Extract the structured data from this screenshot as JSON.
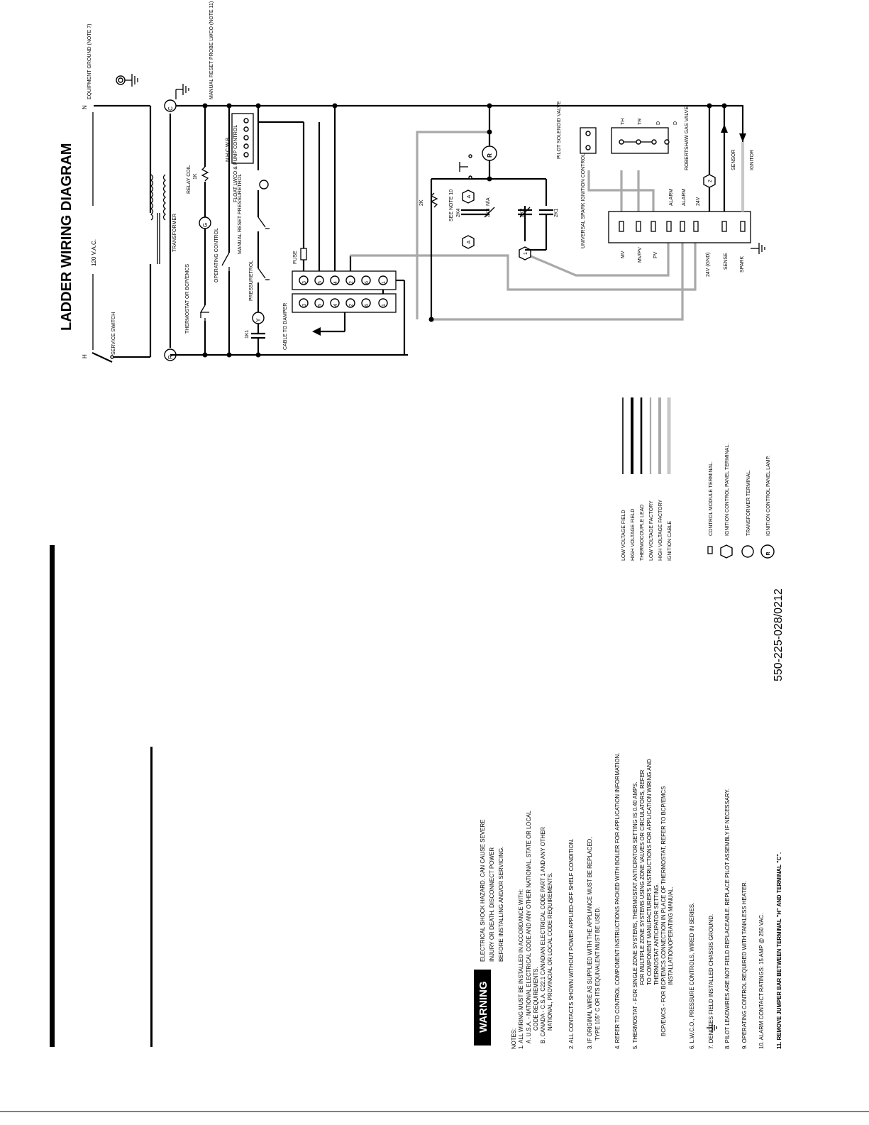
{
  "title": "LADDER WIRING DIAGRAM",
  "part_number": "550-225-028/0212",
  "supply": {
    "voltage": "120 V.A.C.",
    "hot": "H",
    "neutral": "N",
    "service_switch": "SERVICE SWITCH",
    "equipment_ground": "EQUIPMENT GROUND (NOTE 7)"
  },
  "labels": {
    "transformer": "TRANSFORMER",
    "relay_coil": "RELAY COIL",
    "relay_coil_id": "1K",
    "thermostat": "THERMOSTAT OR BCP/EMCS",
    "operating_control": "OPERATING CONTROL",
    "manual_reset_pressuretrol": "MANUAL RESET PRESSURETROL",
    "pressuretrol": "PRESSURETROL",
    "float_lwco": "FLOAT LWCO & PUMP CONTROL",
    "manual_reset_probe": "MANUAL RESET PROBE LWCO (NOTE 11)",
    "lwco_terminals": [
      "N",
      "H",
      "C",
      "W",
      "B"
    ],
    "fuse": "FUSE",
    "cable_to_damper": "CABLE TO DAMPER",
    "k1_contact": "1K1",
    "relay_2k": "2K",
    "see_note_10": "SEE NOTE 10",
    "k2_contacts": [
      "2K4",
      "2K3",
      "2K2",
      "2K1"
    ],
    "na": "N/A",
    "pilot_solenoid_valve": "PILOT SOLENOID VALVE",
    "gas_valve": "ROBERTSHAW GAS VALVE",
    "gas_valve_terminals": [
      "TH",
      "TR",
      "D",
      "D"
    ],
    "control_name": "UNIVERSAL SPARK IGNITION CONTROL",
    "control_terminals_left": [
      "MV",
      "MV/PV",
      "PV",
      "24V (GND)",
      "SENSE",
      "SPARK"
    ],
    "control_terminals_right": [
      "ALARM",
      "ALARM",
      "24V"
    ],
    "sensor": "SENSOR",
    "ignitor": "IGNITOR",
    "terminal_markers": {
      "R": "R",
      "C": "C",
      "G": "G",
      "Y": "Y",
      "A1": "A",
      "A2": "A",
      "A_sub1": "1",
      "A_sub2": "2",
      "one": "1",
      "two": "2"
    },
    "strip_left": [
      "3",
      "5",
      "4",
      "2",
      "6",
      "1"
    ],
    "strip_right": [
      "3",
      "5",
      "4",
      "2",
      "6",
      "1"
    ]
  },
  "wire_legend": [
    "LOW VOLTAGE FIELD",
    "HIGH VOLTAGE FIELD",
    "THERMOCOUPLE LEAD",
    "LOW VOLTAGE FACTORY",
    "HIGH VOLTAGE FACTORY",
    "IGNITION CABLE"
  ],
  "symbol_legend": [
    "CONTROL MODULE TERMINAL.",
    "IGNITION CONTROL PANEL TERMINAL.",
    "TRANSFORMER TERMINAL.",
    "IGNITION CONTROL PANEL LAMP."
  ],
  "warning": {
    "badge": "WARNING",
    "lines": [
      "ELECTRICAL SHOCK HAZARD. CAN CAUSE SEVERE",
      "INJURY OR DEATH. DISCONNECT POWER",
      "BEFORE INSTALLING AND/OR SERVICING."
    ]
  },
  "notes": {
    "heading": "NOTES:",
    "lines": [
      "1.  ALL WIRING MUST BE INSTALLED IN ACCORDANCE WITH:",
      "A.  U.S.A. - NATIONAL ELECTRICAL CODE AND ANY OTHER NATIONAL, STATE OR LOCAL",
      "CODE REQUIREMENTS.",
      "B.  CANADA - C.S.A. C22.1 CANADIAN ELECTRICAL CODE PART 1 AND ANY OTHER",
      "NATIONAL, PROVINCIAL OR LOCAL CODE REQUIREMENTS.",
      "2.  ALL CONTACTS SHOWN WITHOUT POWER APPLIED-OFF SHELF CONDITION.",
      "3.  IF ORIGINAL WIRE AS SUPPLIED WITH THE APPLIANCE MUST BE REPLACED,",
      "TYPE 105° C OR ITS EQUIVALENT MUST BE USED.",
      "4.  REFER TO CONTROL COMPONENT INSTRUCTIONS PACKED WITH BOILER FOR APPLICATION INFORMATION.",
      "5.  THERMOSTAT   - FOR SINGLE ZONE SYSTEMS, THERMOSTAT ANTICIPATOR SETTING IS 0.40 AMPS.",
      "FOR MULTIPLE ZONE SYSTEMS USING ZONE VALVES OR CIRCULATORS, REFER",
      "TO COMPONENT MANUFACTURER'S INSTRUCTIONS FOR APPLICATION WIRING AND",
      "THERMOSTAT ANTICIPATOR SETTING.",
      "BCP/EMCS   - FOR BCP/EMCS CONNECTION IN PLACE OF THERMOSTAT, REFER TO BCP/EMCS",
      "INSTALLATION/OPERATING MANUAL.",
      "6.  L.W.C.O., PRESSURE CONTROLS, WIRED IN SERIES.",
      "7.          DENOTES FIELD INSTALLED CHASSIS GROUND.",
      "8.  PILOT LEADWIRES ARE NOT FIELD REPLACEABLE.  REPLACE PILOT ASSEMBLY IF NECESSARY.",
      "9.  OPERATING CONTROL REQUIRED WITH TANKLESS HEATER.",
      "10. ALARM CONTACT RATINGS:  15 AMP @ 250 VAC.",
      "11. REMOVE JUMPER BAR BETWEEN TERMINAL \"H\" AND TERMINAL \"C\"."
    ]
  }
}
